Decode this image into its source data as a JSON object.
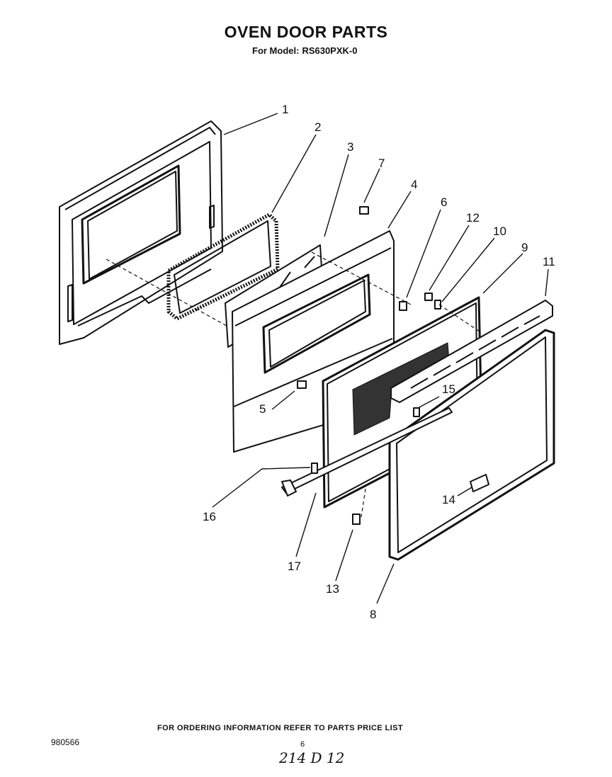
{
  "header": {
    "title": "OVEN DOOR PARTS",
    "model_prefix": "For Model:",
    "model_number": "RS630PXK-0"
  },
  "callouts": [
    "1",
    "2",
    "3",
    "4",
    "5",
    "6",
    "7",
    "8",
    "9",
    "10",
    "11",
    "12",
    "13",
    "14",
    "15",
    "16",
    "17"
  ],
  "footer": {
    "ordering_note": "FOR ORDERING INFORMATION REFER TO PARTS PRICE LIST",
    "document_number": "980566",
    "page_number": "6",
    "handwritten_code": "214 D 12"
  }
}
